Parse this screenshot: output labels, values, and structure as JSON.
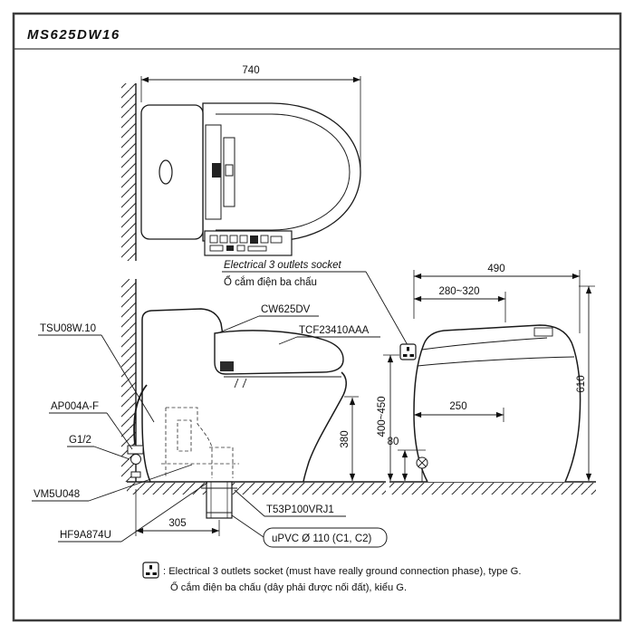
{
  "title": "MS625DW16",
  "colors": {
    "line": "#1a1a1a",
    "frame": "#3d3d3d",
    "bg": "#ffffff"
  },
  "icons": {
    "socket_symbol": "type-G-3-pin-socket"
  },
  "top_view": {
    "dim_740": "740"
  },
  "callout": {
    "en": "Electrical 3 outlets socket",
    "vi": "Ổ cắm điện ba chấu"
  },
  "labels": {
    "tsu08w": "TSU08W.10",
    "cw625dv": "CW625DV",
    "tcf23410aaa": "TCF23410AAA",
    "ap004af": "AP004A-F",
    "g12": "G1/2",
    "vm5u048": "VM5U048",
    "hf9a874u": "HF9A874U",
    "t53p100vrj1": "T53P100VRJ1",
    "upvc": "uPVC Ø 110 (C1, C2)"
  },
  "side_view_dims": {
    "h_380": "380",
    "w_305": "305"
  },
  "right_view_dims": {
    "w_490": "490",
    "w_range": "280~320",
    "h_610": "610",
    "h_range": "400~450",
    "w_250": "250",
    "h_80": "80"
  },
  "footnote": {
    "en": ": Electrical 3 outlets socket (must have really ground connection phase), type G.",
    "vi": "Ổ cắm điện ba chấu (dây phải được nối đất), kiểu G."
  }
}
